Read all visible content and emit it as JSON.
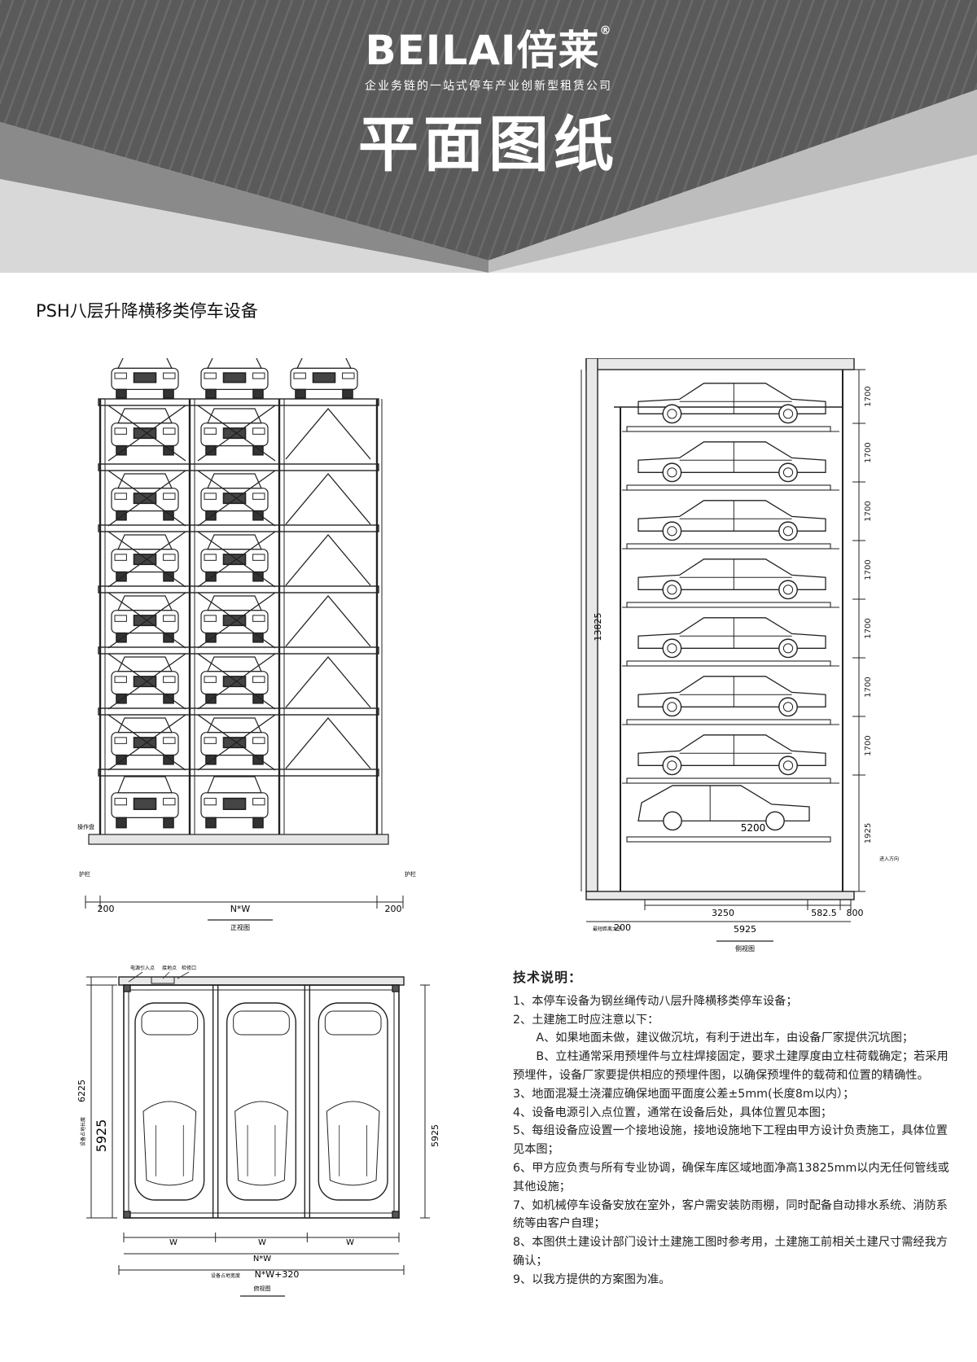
{
  "brand": {
    "name": "BEILAI倍莱",
    "reg": "®",
    "tagline": "企业务链的一站式停车产业创新型租赁公司"
  },
  "title": "平面图纸",
  "product_title": "PSH八层升降横移类停车设备",
  "front_view": {
    "caption": "正视图",
    "dim_left": "200",
    "dim_mid": "N*W",
    "dim_right": "200",
    "label_left_1": "操作盘",
    "label_left_2": "护栏",
    "label_right": "护栏"
  },
  "side_view": {
    "caption": "侧视图",
    "total_height": "13825",
    "level_dims": [
      "1700",
      "1700",
      "1700",
      "1700",
      "1700",
      "1700",
      "1700",
      "1925"
    ],
    "car_length": "5200",
    "bottom_dims": [
      "3250",
      "582.5",
      "800"
    ],
    "total_depth": "5925",
    "left_dim": "200",
    "left_note": "最短距离大于",
    "right_note": "进入方向"
  },
  "plan_view": {
    "caption": "俯视图",
    "dim_outer": "6225",
    "dim_left": "5925",
    "dim_right": "5925",
    "left_label": "设备占地长度",
    "col_labels": [
      "W",
      "W",
      "W"
    ],
    "dim_nw": "N*W",
    "dim_total": "N*W+320",
    "bottom_label": "设备占地宽度",
    "top_labels": [
      "电源引入点",
      "接地点",
      "检修口"
    ]
  },
  "tech_notes": {
    "title": "技术说明：",
    "items": [
      "1、本停车设备为钢丝绳传动八层升降横移类停车设备；",
      "2、土建施工时应注意以下：",
      "A、如果地面未做，建议做沉坑，有利于进出车，由设备厂家提供沉坑图；",
      "B、立柱通常采用预埋件与立柱焊接固定，要求土建厚度由立柱荷载确定；若采用预埋件，设备厂家要提供相应的预埋件图，以确保预埋件的载荷和位置的精确性。",
      "3、地面混凝土浇灌应确保地面平面度公差±5mm(长度8m以内）；",
      "4、设备电源引入点位置，通常在设备后处，具体位置见本图；",
      "5、每组设备应设置一个接地设施，接地设施地下工程由甲方设计负责施工，具体位置见本图；",
      "6、甲方应负责与所有专业协调，确保车库区域地面净高13825mm以内无任何管线或其他设施；",
      "7、如机械停车设备安放在室外，客户需安装防雨棚，同时配备自动排水系统、消防系统等由客户自理；",
      "8、本图供土建设计部门设计土建施工图时参考用，土建施工前相关土建尺寸需经我方确认；",
      "9、以我方提供的方案图为准。"
    ]
  },
  "colors": {
    "header_dark": "#4a4a4a",
    "header_mid": "#6e6e6e",
    "header_light": "#cfcfcf",
    "line": "#222222"
  }
}
